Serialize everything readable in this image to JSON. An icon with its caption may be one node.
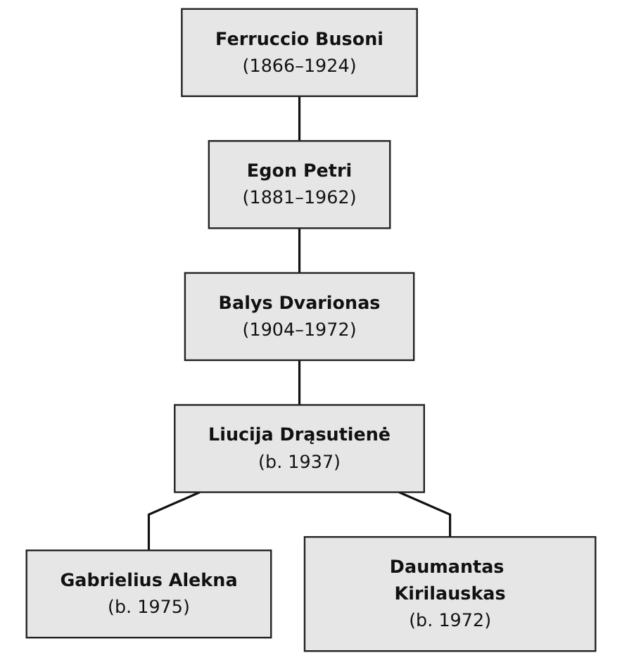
{
  "diagram": {
    "nodes": [
      {
        "text": [
          "Ferruccio Busoni",
          "(1866–1924)"
        ]
      },
      {
        "text": [
          "Egon Petri",
          "(1881–1962)"
        ]
      },
      {
        "text": [
          "Balys Dvarionas",
          "(1904–1972)"
        ]
      },
      {
        "text": [
          "Liucija Drąsutienė",
          "(b. 1937)"
        ]
      },
      {
        "text": [
          "Gabrielius Alekna",
          "(b. 1975)"
        ]
      },
      {
        "text": [
          "Daumantas Kirilauskas",
          "(b. 1972)"
        ]
      }
    ],
    "edges": [
      {
        "from": 0,
        "to": 1,
        "arrow": "none"
      },
      {
        "from": 1,
        "to": 2,
        "arrow": "none"
      },
      {
        "from": 2,
        "to": 3,
        "arrow": "none"
      },
      {
        "from": 3,
        "to": 4,
        "arrow": "none"
      },
      {
        "from": 3,
        "to": 5,
        "arrow": "none"
      }
    ]
  }
}
